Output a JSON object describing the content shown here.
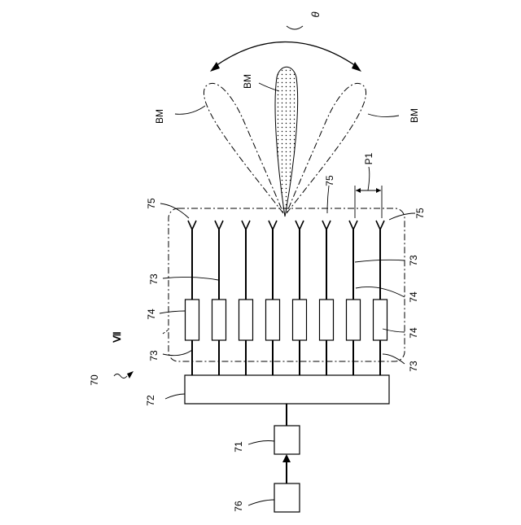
{
  "diagram": {
    "labels": {
      "theta": "θ",
      "bm_left": "BM",
      "bm_center": "BM",
      "bm_right": "BM",
      "p1": "P1",
      "n75_left": "75",
      "n75_mid": "75",
      "n75_right": "75",
      "n73_left_top": "73",
      "n73_right_top": "73",
      "n74_left": "74",
      "n74_right_top": "74",
      "n74_right_bottom": "74",
      "n73_left_bottom": "73",
      "n73_right_bottom": "73",
      "vii": "Ⅶ",
      "n70": "70",
      "n72": "72",
      "n71": "71",
      "n76": "76"
    },
    "antenna_count": 8
  }
}
